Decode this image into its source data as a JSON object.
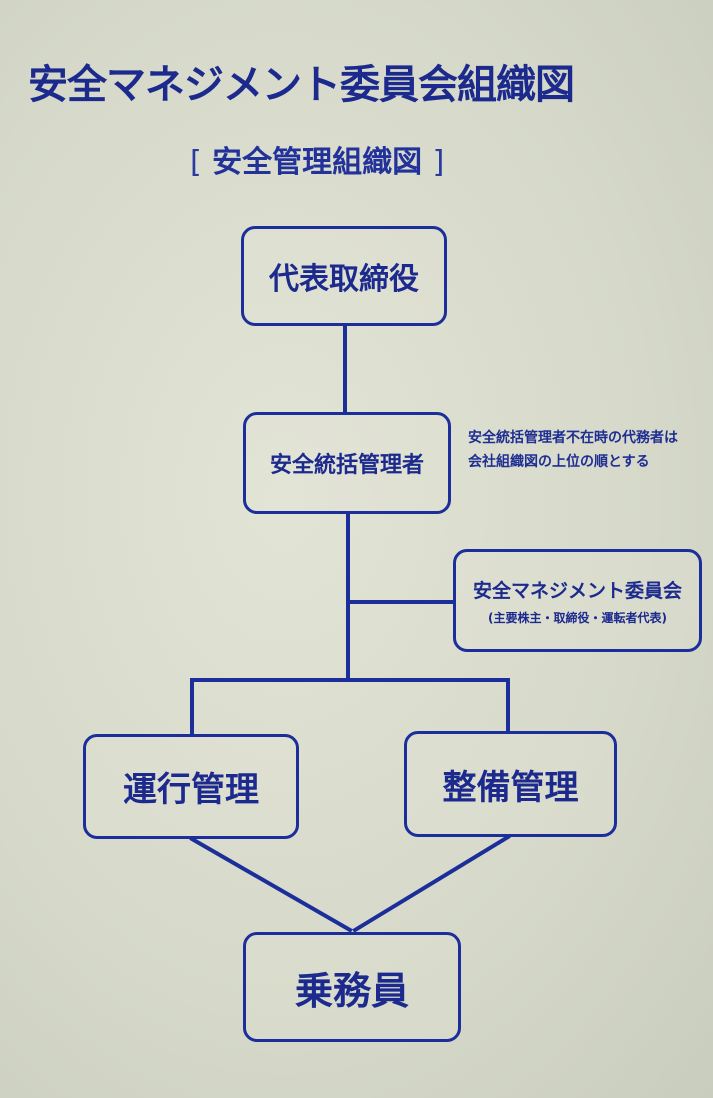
{
  "title": "安全マネジメント委員会組織図",
  "subtitle": {
    "bracket_open": "[",
    "text": "安全管理組織図",
    "bracket_close": "]"
  },
  "nodes": {
    "ceo": "代表取締役",
    "safety_manager": "安全統括管理者",
    "committee": {
      "name": "安全マネジメント委員会",
      "members": "(主要株主・取締役・運転者代表)"
    },
    "operations": "運行管理",
    "maintenance": "整備管理",
    "crew": "乗務員"
  },
  "note": {
    "line1": "安全統括管理者不在時の代務者は",
    "line2": "会社組織図の上位の順とする"
  },
  "colors": {
    "ink": "#1c2e9a",
    "paper": "#d9dccd"
  }
}
